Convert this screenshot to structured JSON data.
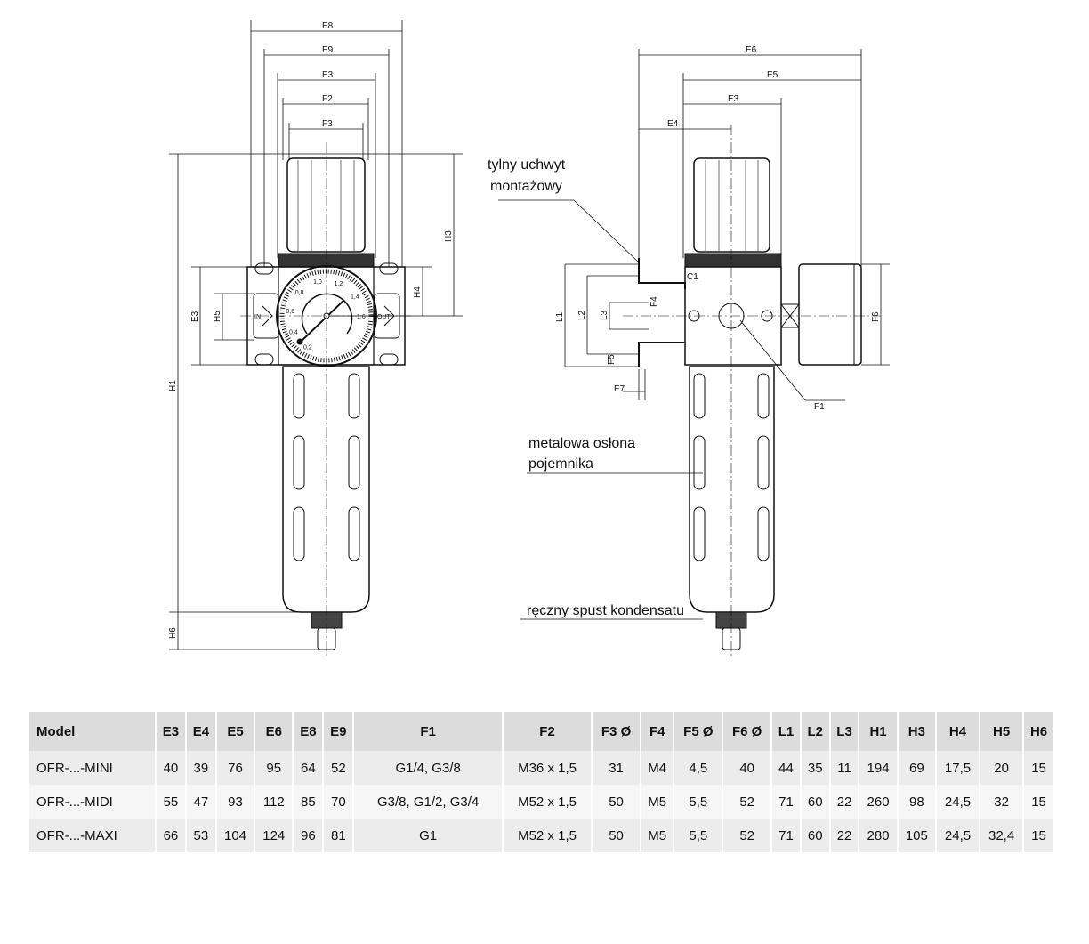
{
  "drawing": {
    "front_dims": {
      "E8": "E8",
      "E9": "E9",
      "E3": "E3",
      "F2": "F2",
      "F3": "F3",
      "H1": "H1",
      "H6": "H6",
      "H3": "H3",
      "H4": "H4",
      "E3v": "E3",
      "H5": "H5"
    },
    "side_dims": {
      "E6": "E6",
      "E5": "E5",
      "E3": "E3",
      "E4": "E4",
      "F6": "F6",
      "L1": "L1",
      "L2": "L2",
      "L3": "L3",
      "F4": "F4",
      "F5": "F5",
      "E7": "E7",
      "C1": "C1",
      "F1": "F1"
    },
    "gauge": {
      "labels": [
        "0,2",
        "0,4",
        "0,6",
        "0,8",
        "1,0",
        "1,2",
        "1,4",
        "1,6"
      ],
      "in": "IN",
      "out": "OUT"
    },
    "notes": {
      "bracket_line1": "tylny uchwyt",
      "bracket_line2": "montażowy",
      "cover_line1": "metalowa osłona",
      "cover_line2": "pojemnika",
      "drain": "ręczny spust kondensatu"
    }
  },
  "table": {
    "headers": [
      "Model",
      "E3",
      "E4",
      "E5",
      "E6",
      "E8",
      "E9",
      "F1",
      "F2",
      "F3 Ø",
      "F4",
      "F5 Ø",
      "F6 Ø",
      "L1",
      "L2",
      "L3",
      "H1",
      "H3",
      "H4",
      "H5",
      "H6"
    ],
    "rows": [
      [
        "OFR-...-MINI",
        "40",
        "39",
        "76",
        "95",
        "64",
        "52",
        "G1/4, G3/8",
        "M36 x 1,5",
        "31",
        "M4",
        "4,5",
        "40",
        "44",
        "35",
        "11",
        "194",
        "69",
        "17,5",
        "20",
        "15"
      ],
      [
        "OFR-...-MIDI",
        "55",
        "47",
        "93",
        "112",
        "85",
        "70",
        "G3/8, G1/2, G3/4",
        "M52 x 1,5",
        "50",
        "M5",
        "5,5",
        "52",
        "71",
        "60",
        "22",
        "260",
        "98",
        "24,5",
        "32",
        "15"
      ],
      [
        "OFR-...-MAXI",
        "66",
        "53",
        "104",
        "124",
        "96",
        "81",
        "G1",
        "M52 x 1,5",
        "50",
        "M5",
        "5,5",
        "52",
        "71",
        "60",
        "22",
        "280",
        "105",
        "24,5",
        "32,4",
        "15"
      ]
    ]
  }
}
